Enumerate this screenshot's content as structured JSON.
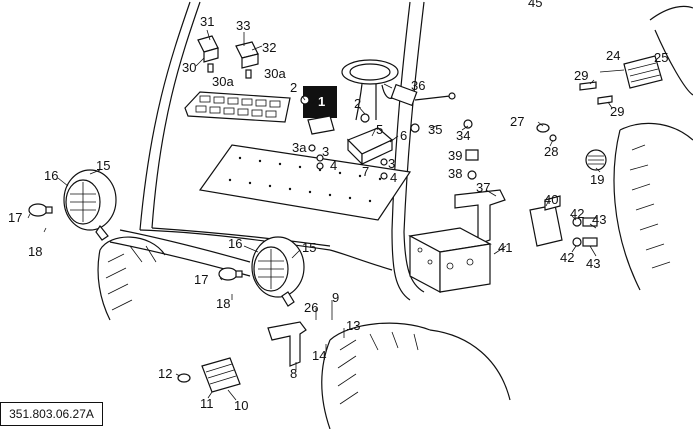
{
  "reference_code": "351.803.06.27A",
  "callouts": {
    "c31": "31",
    "c33": "33",
    "c32": "32",
    "c30": "30",
    "c30a_1": "30a",
    "c30a_2": "30a",
    "c45": "45",
    "c24": "24",
    "c25": "25",
    "c29a": "29",
    "c29b": "29",
    "c36": "36",
    "c2a": "2",
    "c1": "1",
    "c2b": "2",
    "c5": "5",
    "c6": "6",
    "c35": "35",
    "c34": "34",
    "c27": "27",
    "c28": "28",
    "c3a": "3a",
    "c3b": "3",
    "c4a": "4",
    "c7": "7",
    "c3c": "3",
    "c4b": "4",
    "c39": "39",
    "c38": "38",
    "c19": "19",
    "c15a": "15",
    "c16a": "16",
    "c17a": "17",
    "c18a": "18",
    "c37": "37",
    "c40": "40",
    "c42a": "42",
    "c43a": "43",
    "c41": "41",
    "c42b": "42",
    "c43b": "43",
    "c16b": "16",
    "c15b": "15",
    "c17b": "17",
    "c18b": "18",
    "c26": "26",
    "c9": "9",
    "c13": "13",
    "c14": "14",
    "c8": "8",
    "c12": "12",
    "c11": "11",
    "c10": "10"
  }
}
